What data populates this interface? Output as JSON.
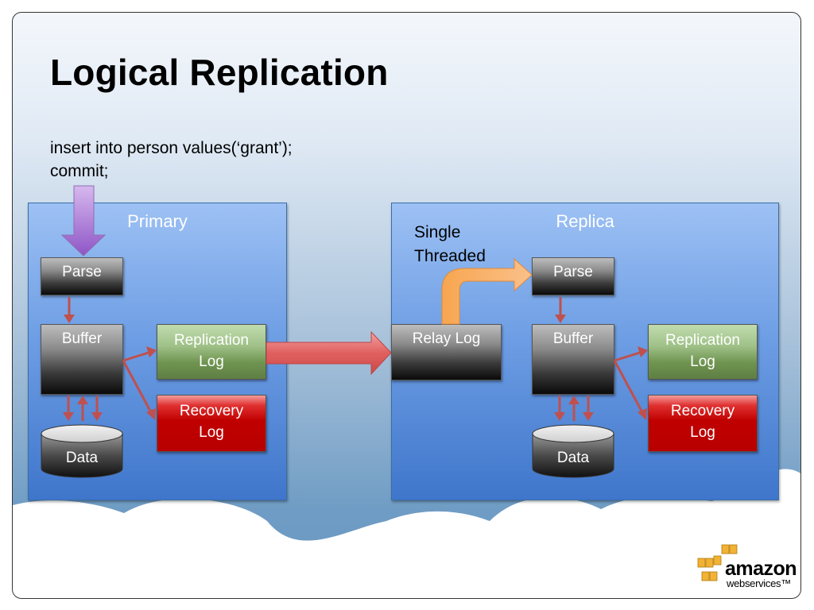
{
  "slide": {
    "title": "Logical Replication",
    "code_line1": "insert into person  values(‘grant’);",
    "code_line2": "commit;"
  },
  "primary": {
    "label": "Primary",
    "parse": "Parse",
    "buffer": "Buffer",
    "replication_log_line1": "Replication",
    "replication_log_line2": "Log",
    "recovery_log_line1": "Recovery",
    "recovery_log_line2": "Log",
    "data": "Data"
  },
  "replica": {
    "label": "Replica",
    "single_line1": "Single",
    "single_line2": "Threaded",
    "relay_log": "Relay Log",
    "parse": "Parse",
    "buffer": "Buffer",
    "replication_log_line1": "Replication",
    "replication_log_line2": "Log",
    "recovery_log_line1": "Recovery",
    "recovery_log_line2": "Log",
    "data": "Data"
  },
  "logo": {
    "line1": "amazon",
    "line2": "webservices™"
  },
  "colors": {
    "arrow_red": "#c0504d",
    "arrow_purple": "#9966cc",
    "arrow_orange": "#f79646"
  }
}
